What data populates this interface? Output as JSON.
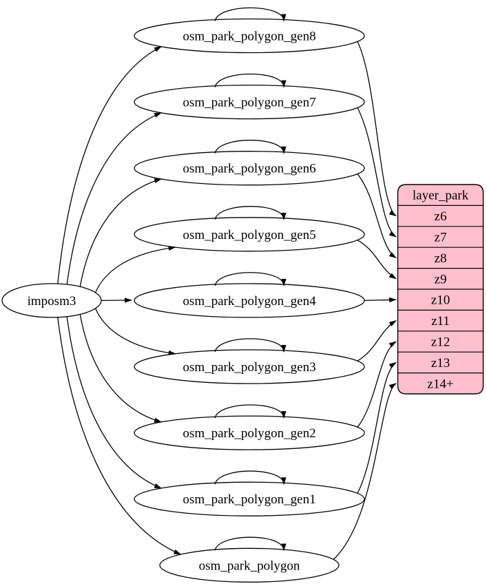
{
  "diagram": {
    "background": "#ffffff",
    "edge_color": "#000000",
    "node_fill": "#ffffff",
    "node_stroke": "#000000",
    "source_node": {
      "id": "imposm3",
      "label": "imposm3"
    },
    "nodes": [
      {
        "id": "osm_park_polygon_gen8",
        "label": "osm_park_polygon_gen8"
      },
      {
        "id": "osm_park_polygon_gen7",
        "label": "osm_park_polygon_gen7"
      },
      {
        "id": "osm_park_polygon_gen6",
        "label": "osm_park_polygon_gen6"
      },
      {
        "id": "osm_park_polygon_gen5",
        "label": "osm_park_polygon_gen5"
      },
      {
        "id": "osm_park_polygon_gen4",
        "label": "osm_park_polygon_gen4"
      },
      {
        "id": "osm_park_polygon_gen3",
        "label": "osm_park_polygon_gen3"
      },
      {
        "id": "osm_park_polygon_gen2",
        "label": "osm_park_polygon_gen2"
      },
      {
        "id": "osm_park_polygon_gen1",
        "label": "osm_park_polygon_gen1"
      },
      {
        "id": "osm_park_polygon",
        "label": "osm_park_polygon"
      }
    ],
    "table": {
      "id": "layer_park",
      "title": "layer_park",
      "fill": "#ffc0cb",
      "stroke": "#000000",
      "rows": [
        "z6",
        "z7",
        "z8",
        "z9",
        "z10",
        "z11",
        "z12",
        "z13",
        "z14+"
      ]
    },
    "edges": [
      {
        "from": "imposm3",
        "to": "osm_park_polygon_gen8"
      },
      {
        "from": "imposm3",
        "to": "osm_park_polygon_gen7"
      },
      {
        "from": "imposm3",
        "to": "osm_park_polygon_gen6"
      },
      {
        "from": "imposm3",
        "to": "osm_park_polygon_gen5"
      },
      {
        "from": "imposm3",
        "to": "osm_park_polygon_gen4"
      },
      {
        "from": "imposm3",
        "to": "osm_park_polygon_gen3"
      },
      {
        "from": "imposm3",
        "to": "osm_park_polygon_gen2"
      },
      {
        "from": "imposm3",
        "to": "osm_park_polygon_gen1"
      },
      {
        "from": "imposm3",
        "to": "osm_park_polygon"
      },
      {
        "from": "osm_park_polygon_gen8",
        "to": "osm_park_polygon_gen8"
      },
      {
        "from": "osm_park_polygon_gen7",
        "to": "osm_park_polygon_gen7"
      },
      {
        "from": "osm_park_polygon_gen6",
        "to": "osm_park_polygon_gen6"
      },
      {
        "from": "osm_park_polygon_gen5",
        "to": "osm_park_polygon_gen5"
      },
      {
        "from": "osm_park_polygon_gen4",
        "to": "osm_park_polygon_gen4"
      },
      {
        "from": "osm_park_polygon_gen3",
        "to": "osm_park_polygon_gen3"
      },
      {
        "from": "osm_park_polygon_gen2",
        "to": "osm_park_polygon_gen2"
      },
      {
        "from": "osm_park_polygon_gen1",
        "to": "osm_park_polygon_gen1"
      },
      {
        "from": "osm_park_polygon",
        "to": "osm_park_polygon"
      },
      {
        "from": "osm_park_polygon_gen8",
        "to": "layer_park:z6"
      },
      {
        "from": "osm_park_polygon_gen7",
        "to": "layer_park:z7"
      },
      {
        "from": "osm_park_polygon_gen6",
        "to": "layer_park:z8"
      },
      {
        "from": "osm_park_polygon_gen5",
        "to": "layer_park:z9"
      },
      {
        "from": "osm_park_polygon_gen4",
        "to": "layer_park:z10"
      },
      {
        "from": "osm_park_polygon_gen3",
        "to": "layer_park:z11"
      },
      {
        "from": "osm_park_polygon_gen2",
        "to": "layer_park:z12"
      },
      {
        "from": "osm_park_polygon_gen1",
        "to": "layer_park:z13"
      },
      {
        "from": "osm_park_polygon",
        "to": "layer_park:z14+"
      }
    ]
  }
}
